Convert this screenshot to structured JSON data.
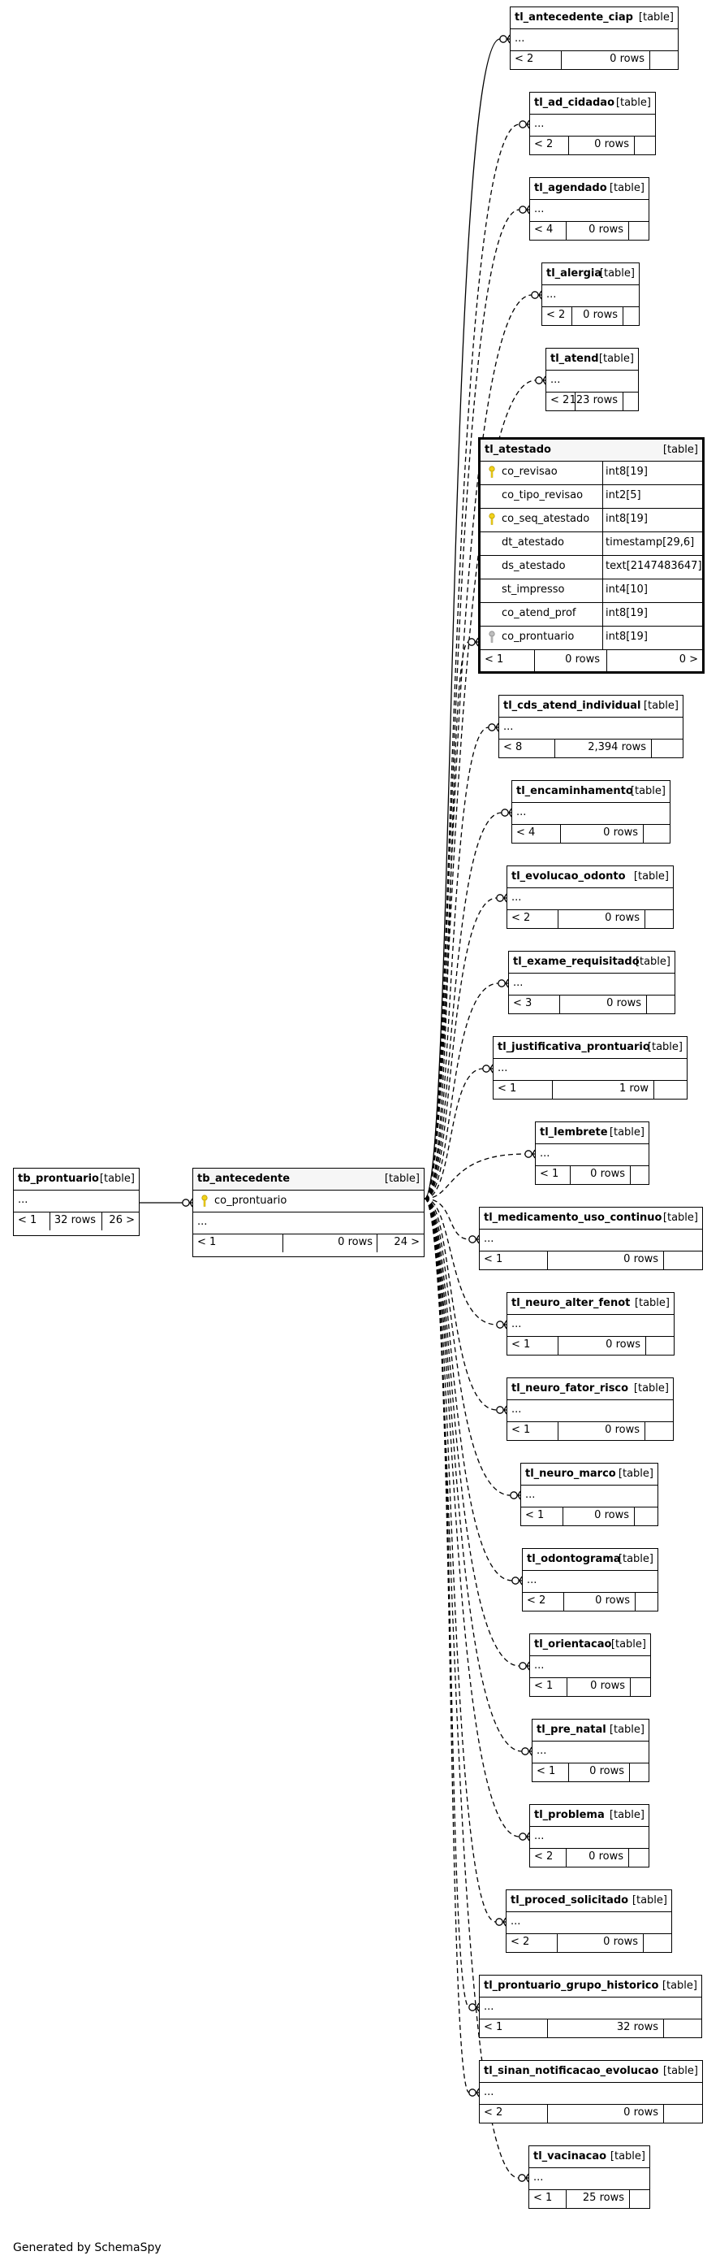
{
  "diagram": {
    "generated_by": "Generated by SchemaSpy",
    "ellipsis": "...",
    "parent": {
      "name": "tb_prontuario",
      "type": "[table]",
      "parents": "< 1",
      "rows": "32 rows",
      "children": "26 >"
    },
    "center": {
      "name": "tb_antecedente",
      "type": "[table]",
      "column": "co_prontuario",
      "parents": "< 1",
      "rows": "0 rows",
      "children": "24 >"
    },
    "focus": {
      "name": "tl_atestado",
      "type": "[table]",
      "columns": [
        {
          "name": "co_revisao",
          "type": "int8[19]",
          "key": "pk"
        },
        {
          "name": "co_tipo_revisao",
          "type": "int2[5]",
          "key": ""
        },
        {
          "name": "co_seq_atestado",
          "type": "int8[19]",
          "key": "pk"
        },
        {
          "name": "dt_atestado",
          "type": "timestamp[29,6]",
          "key": ""
        },
        {
          "name": "ds_atestado",
          "type": "text[2147483647]",
          "key": ""
        },
        {
          "name": "st_impresso",
          "type": "int4[10]",
          "key": ""
        },
        {
          "name": "co_atend_prof",
          "type": "int8[19]",
          "key": ""
        },
        {
          "name": "co_prontuario",
          "type": "int8[19]",
          "key": "fk"
        }
      ],
      "parents": "< 1",
      "rows": "0 rows",
      "children": "0 >"
    },
    "children": [
      {
        "name": "tl_antecedente_ciap",
        "type": "[table]",
        "parents": "< 2",
        "rows": "0 rows"
      },
      {
        "name": "tl_ad_cidadao",
        "type": "[table]",
        "parents": "< 2",
        "rows": "0 rows"
      },
      {
        "name": "tl_agendado",
        "type": "[table]",
        "parents": "< 4",
        "rows": "0 rows"
      },
      {
        "name": "tl_alergia",
        "type": "[table]",
        "parents": "< 2",
        "rows": "0 rows"
      },
      {
        "name": "tl_atend",
        "type": "[table]",
        "parents": "< 2",
        "rows": "123 rows"
      },
      {
        "name": "tl_cds_atend_individual",
        "type": "[table]",
        "parents": "< 8",
        "rows": "2,394 rows"
      },
      {
        "name": "tl_encaminhamento",
        "type": "[table]",
        "parents": "< 4",
        "rows": "0 rows"
      },
      {
        "name": "tl_evolucao_odonto",
        "type": "[table]",
        "parents": "< 2",
        "rows": "0 rows"
      },
      {
        "name": "tl_exame_requisitado",
        "type": "[table]",
        "parents": "< 3",
        "rows": "0 rows"
      },
      {
        "name": "tl_justificativa_prontuario",
        "type": "[table]",
        "parents": "< 1",
        "rows": "1 row"
      },
      {
        "name": "tl_lembrete",
        "type": "[table]",
        "parents": "< 1",
        "rows": "0 rows"
      },
      {
        "name": "tl_medicamento_uso_continuo",
        "type": "[table]",
        "parents": "< 1",
        "rows": "0 rows"
      },
      {
        "name": "tl_neuro_alter_fenot",
        "type": "[table]",
        "parents": "< 1",
        "rows": "0 rows"
      },
      {
        "name": "tl_neuro_fator_risco",
        "type": "[table]",
        "parents": "< 1",
        "rows": "0 rows"
      },
      {
        "name": "tl_neuro_marco",
        "type": "[table]",
        "parents": "< 1",
        "rows": "0 rows"
      },
      {
        "name": "tl_odontograma",
        "type": "[table]",
        "parents": "< 2",
        "rows": "0 rows"
      },
      {
        "name": "tl_orientacao",
        "type": "[table]",
        "parents": "< 1",
        "rows": "0 rows"
      },
      {
        "name": "tl_pre_natal",
        "type": "[table]",
        "parents": "< 1",
        "rows": "0 rows"
      },
      {
        "name": "tl_problema",
        "type": "[table]",
        "parents": "< 2",
        "rows": "0 rows"
      },
      {
        "name": "tl_proced_solicitado",
        "type": "[table]",
        "parents": "< 2",
        "rows": "0 rows"
      },
      {
        "name": "tl_prontuario_grupo_historico",
        "type": "[table]",
        "parents": "< 1",
        "rows": "32 rows"
      },
      {
        "name": "tl_sinan_notificacao_evolucao",
        "type": "[table]",
        "parents": "< 2",
        "rows": "0 rows"
      },
      {
        "name": "tl_vacinacao",
        "type": "[table]",
        "parents": "< 1",
        "rows": "25 rows"
      }
    ]
  }
}
